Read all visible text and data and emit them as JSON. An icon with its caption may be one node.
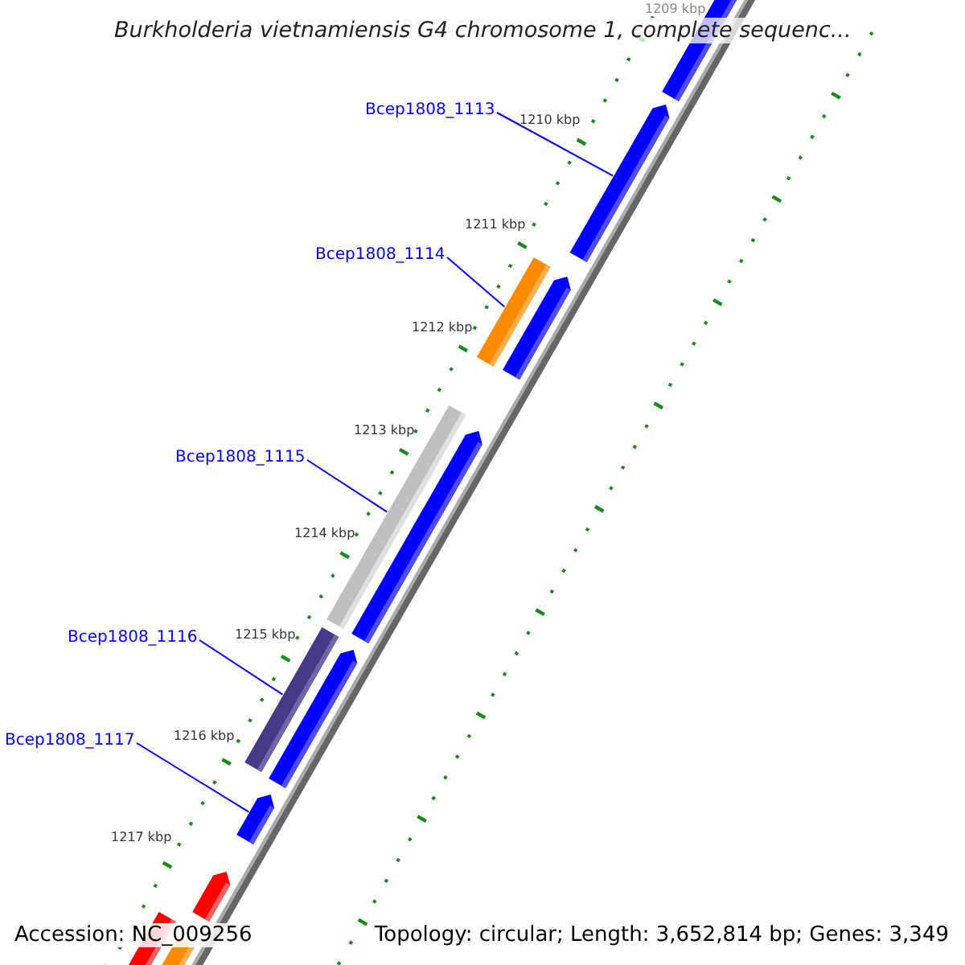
{
  "diagram": {
    "title": "Burkholderia vietnamiensis G4 chromosome 1, complete sequenc...",
    "nodes": [
      {
        "text": [
          "Bcep1808_1113"
        ]
      },
      {
        "text": [],
        "shape": "arrow"
      },
      {
        "text": [
          "Bcep1808_1114"
        ]
      },
      {
        "text": [],
        "shape": "bar"
      },
      {
        "text": [
          "Bcep1808_1115"
        ]
      },
      {
        "text": [],
        "shape": "bar"
      },
      {
        "text": [
          "Bcep1808_1116"
        ]
      },
      {
        "text": [],
        "shape": "bar"
      },
      {
        "text": [
          "Bcep1808_1117"
        ]
      },
      {
        "text": [],
        "shape": "arrow"
      }
    ],
    "edges": [
      {
        "from": 0,
        "to": 1,
        "arrow": "none"
      },
      {
        "from": 2,
        "to": 3,
        "arrow": "none"
      },
      {
        "from": 4,
        "to": 5,
        "arrow": "none"
      },
      {
        "from": 6,
        "to": 7,
        "arrow": "none"
      },
      {
        "from": 8,
        "to": 9,
        "arrow": "none"
      }
    ],
    "labels": [
      "1209 kbp",
      "1210 kbp",
      "1211 kbp",
      "1212 kbp",
      "1213 kbp",
      "1214 kbp",
      "1215 kbp",
      "1216 kbp",
      "1217 kbp",
      "Accession: NC_009256",
      "Topology: circular; Length: 3,652,814 bp; Genes: 3,349"
    ]
  }
}
